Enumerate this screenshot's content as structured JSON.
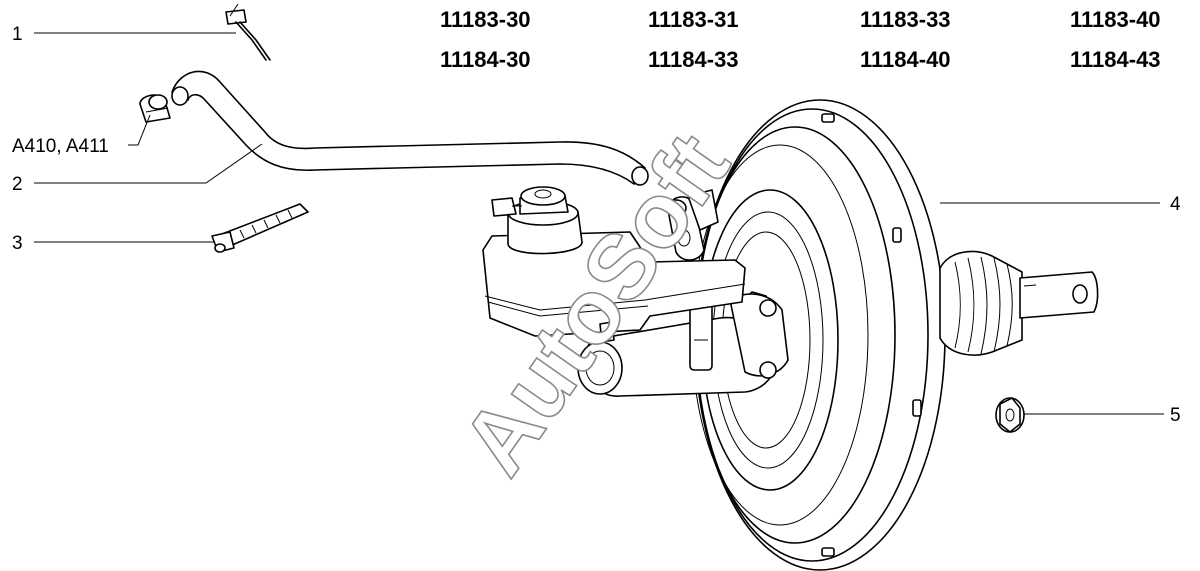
{
  "models": {
    "row1": [
      "11183-30",
      "11183-31",
      "11183-33",
      "11183-40"
    ],
    "row2": [
      "11184-30",
      "11184-33",
      "11184-40",
      "11184-43"
    ]
  },
  "callouts": {
    "c1": "1",
    "c_a410": "A410, A411",
    "c2": "2",
    "c3": "3",
    "c4": "4",
    "c5": "5"
  },
  "watermark": "AutoSoft"
}
